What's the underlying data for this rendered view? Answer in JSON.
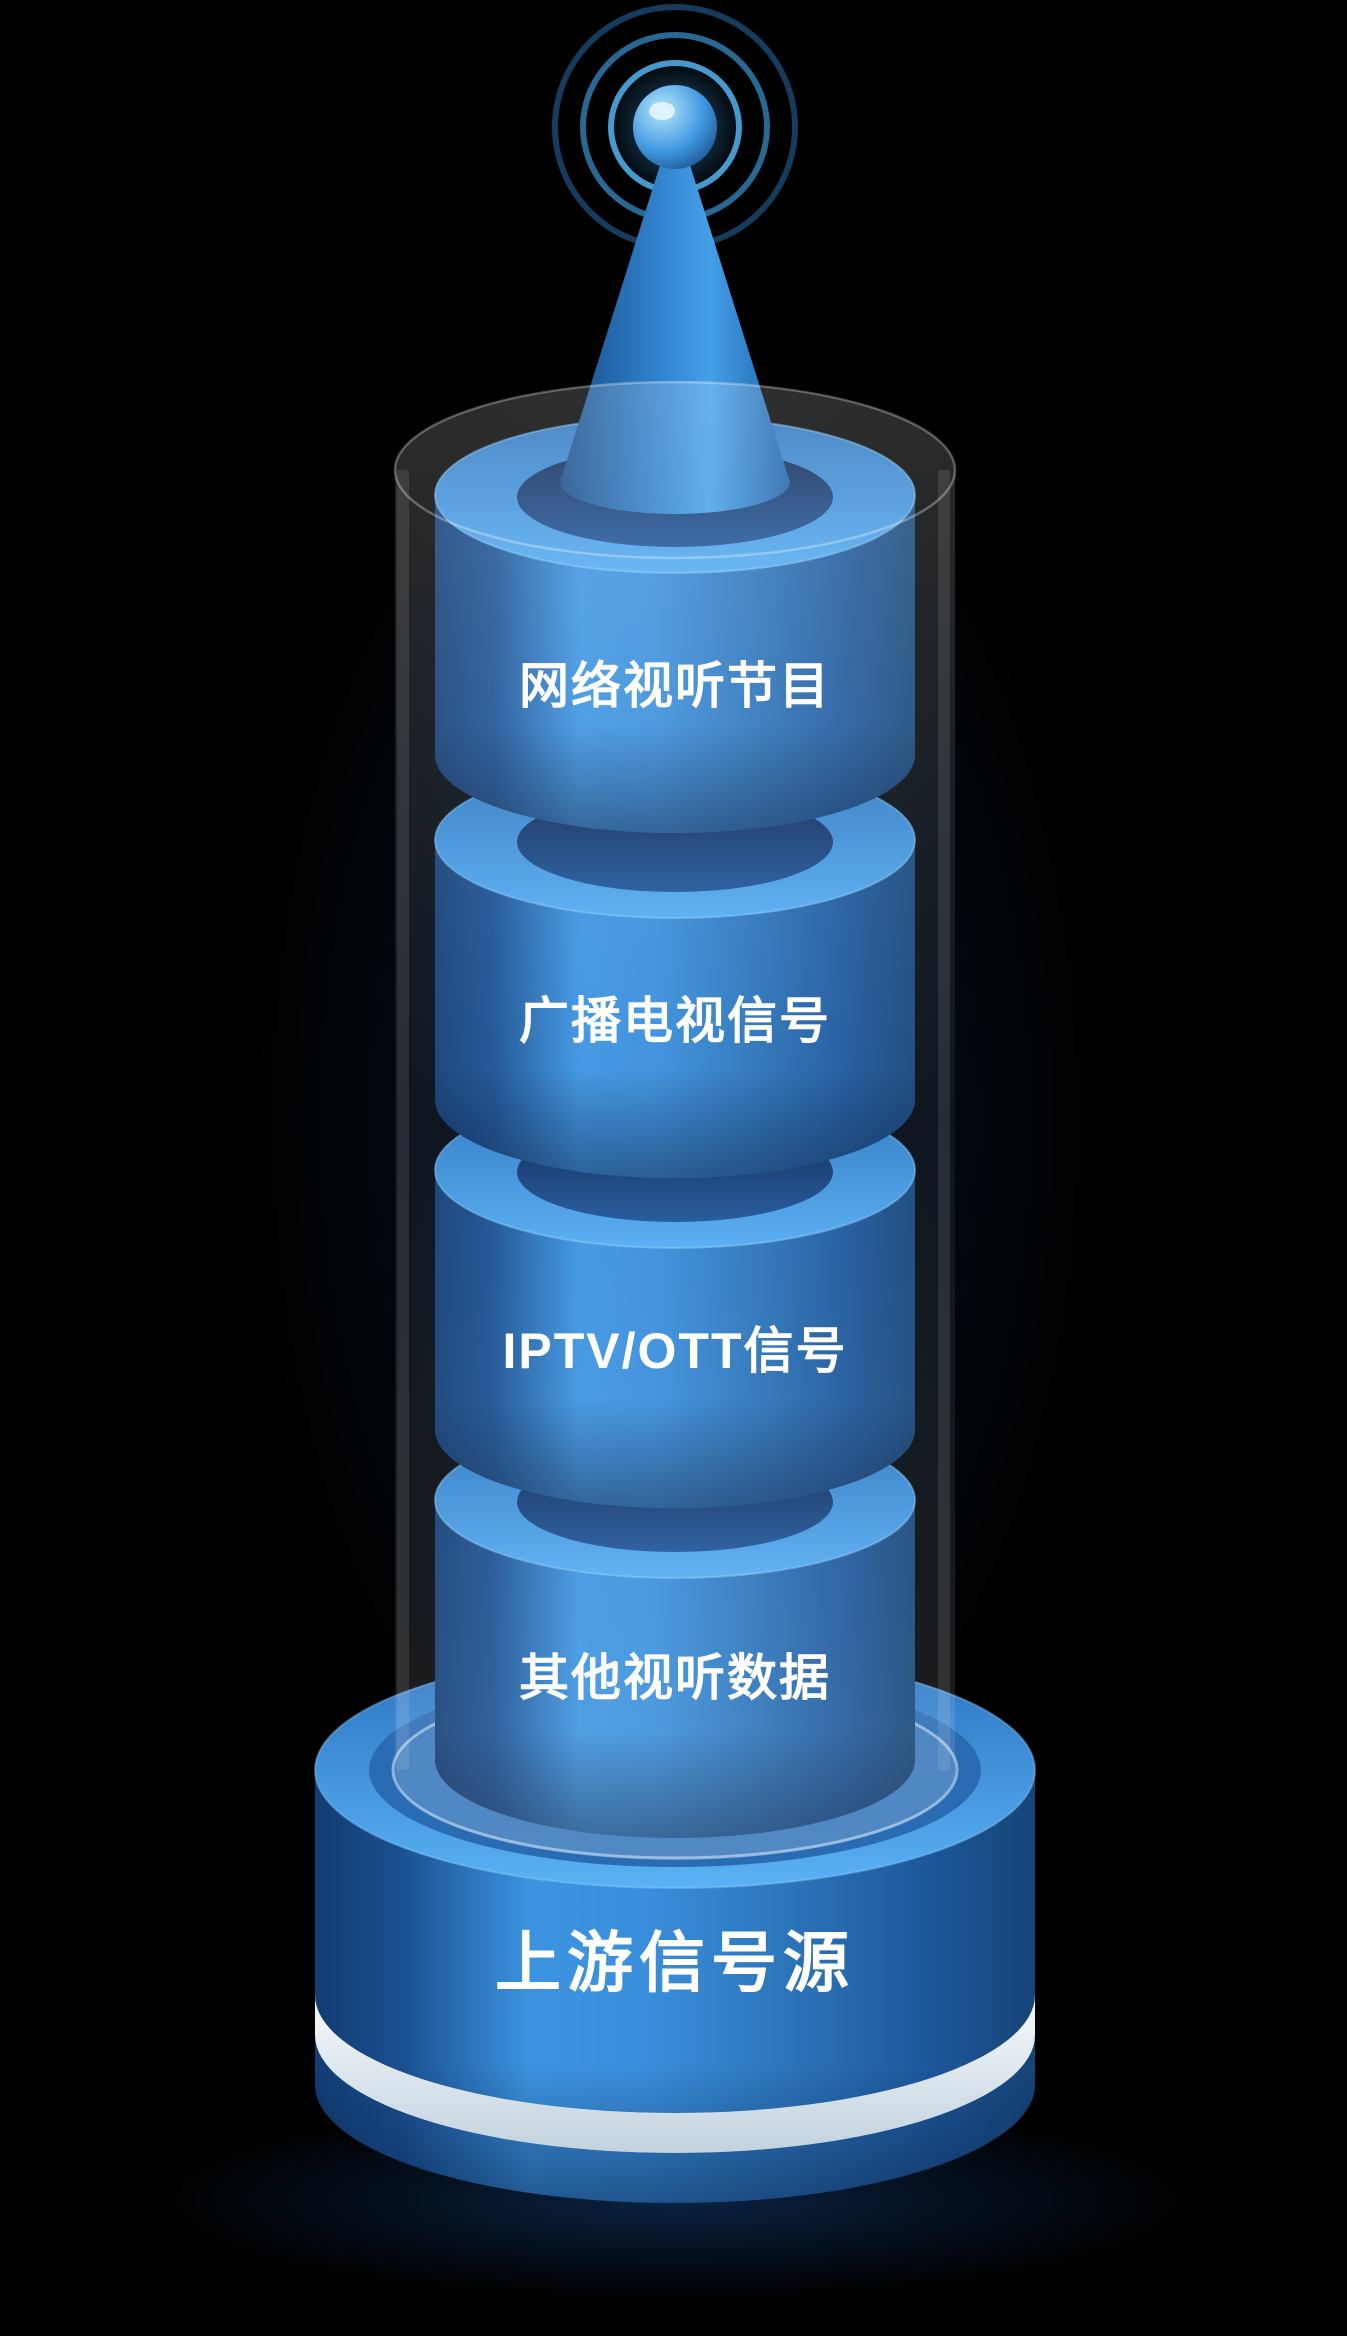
{
  "diagram": {
    "segments": [
      {
        "label": "网络视听节目"
      },
      {
        "label": "广播电视信号"
      },
      {
        "label": "IPTV/OTT信号"
      },
      {
        "label": "其他视听数据"
      }
    ],
    "base_label": "上游信号源"
  },
  "icons": {
    "antenna": "antenna-icon",
    "signal_rings": "signal-rings-icon"
  },
  "colors": {
    "background": "#000000",
    "cylinder_dark": "#123d74",
    "cylinder_bright": "#3e96e2",
    "top_face_light": "#54acf2",
    "top_face_deep": "#2a72bc",
    "recess_dark": "#0a2450",
    "stripe_light": "#f6fafc",
    "stripe_shade": "#c3d2de",
    "ring_blue": "#54b4ee",
    "text": "#ffffff"
  }
}
